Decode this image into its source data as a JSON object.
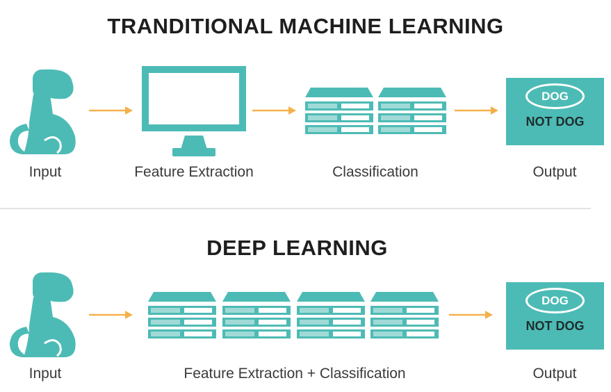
{
  "traditional": {
    "title": "TRANDITIONAL MACHINE LEARNING",
    "input_label": "Input",
    "feature_label": "Feature Extraction",
    "classification_label": "Classification",
    "output_label": "Output",
    "output_yes": "DOG",
    "output_no": "NOT DOG"
  },
  "deep": {
    "title": "DEEP LEARNING",
    "input_label": "Input",
    "combined_label": "Feature Extraction + Classification",
    "output_label": "Output",
    "output_yes": "DOG",
    "output_no": "NOT DOG"
  },
  "icons": [
    "dog-icon",
    "monitor-icon",
    "server-stack-icon",
    "arrow-right-icon"
  ],
  "colors": {
    "teal": "#4dbbb5",
    "arrow": "#f5b14c",
    "text": "#3a3a3a",
    "title": "#1e1e1e"
  }
}
